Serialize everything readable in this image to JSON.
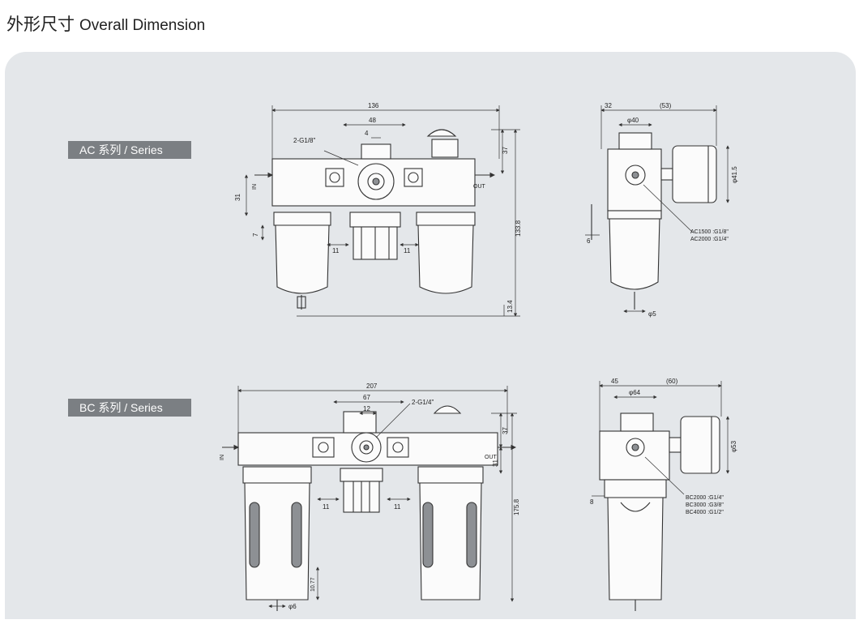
{
  "header": {
    "title_cn": "外形尺寸",
    "title_en": "Overall Dimension"
  },
  "ac": {
    "tag": "AC 系列 / Series",
    "front": {
      "overall": "136",
      "center": "48",
      "small": "4",
      "port": "2-G1/8\"",
      "top": "37",
      "total": "133.8",
      "bottom": "13.4",
      "left_h": "31",
      "left_s": "7",
      "gap_l": "11",
      "gap_r": "11",
      "in": "IN",
      "out": "OUT"
    },
    "side": {
      "w1": "32",
      "w2": "(53)",
      "d1": "φ40",
      "gauge": "φ41.5",
      "s6": "6",
      "d5": "φ5",
      "port1": "AC1500 :G1/8\"",
      "port2": "AC2000 :G1/4\""
    }
  },
  "bc": {
    "tag": "BC 系列 / Series",
    "front": {
      "overall": "207",
      "center": "67",
      "small": "12",
      "port": "2-G1/4\"",
      "top": "37",
      "mid": "31",
      "total": "175.8",
      "bottom": "10.77",
      "gap_l": "11",
      "gap_r": "11",
      "in": "IN",
      "out": "OUT",
      "d6": "φ6"
    },
    "side": {
      "w1": "45",
      "w2": "(60)",
      "d1": "φ64",
      "gauge": "φ53",
      "s8": "8",
      "port1": "BC2000 :G1/4\"",
      "port2": "BC3000 :G3/8\"",
      "port3": "BC4000 :G1/2\""
    }
  }
}
